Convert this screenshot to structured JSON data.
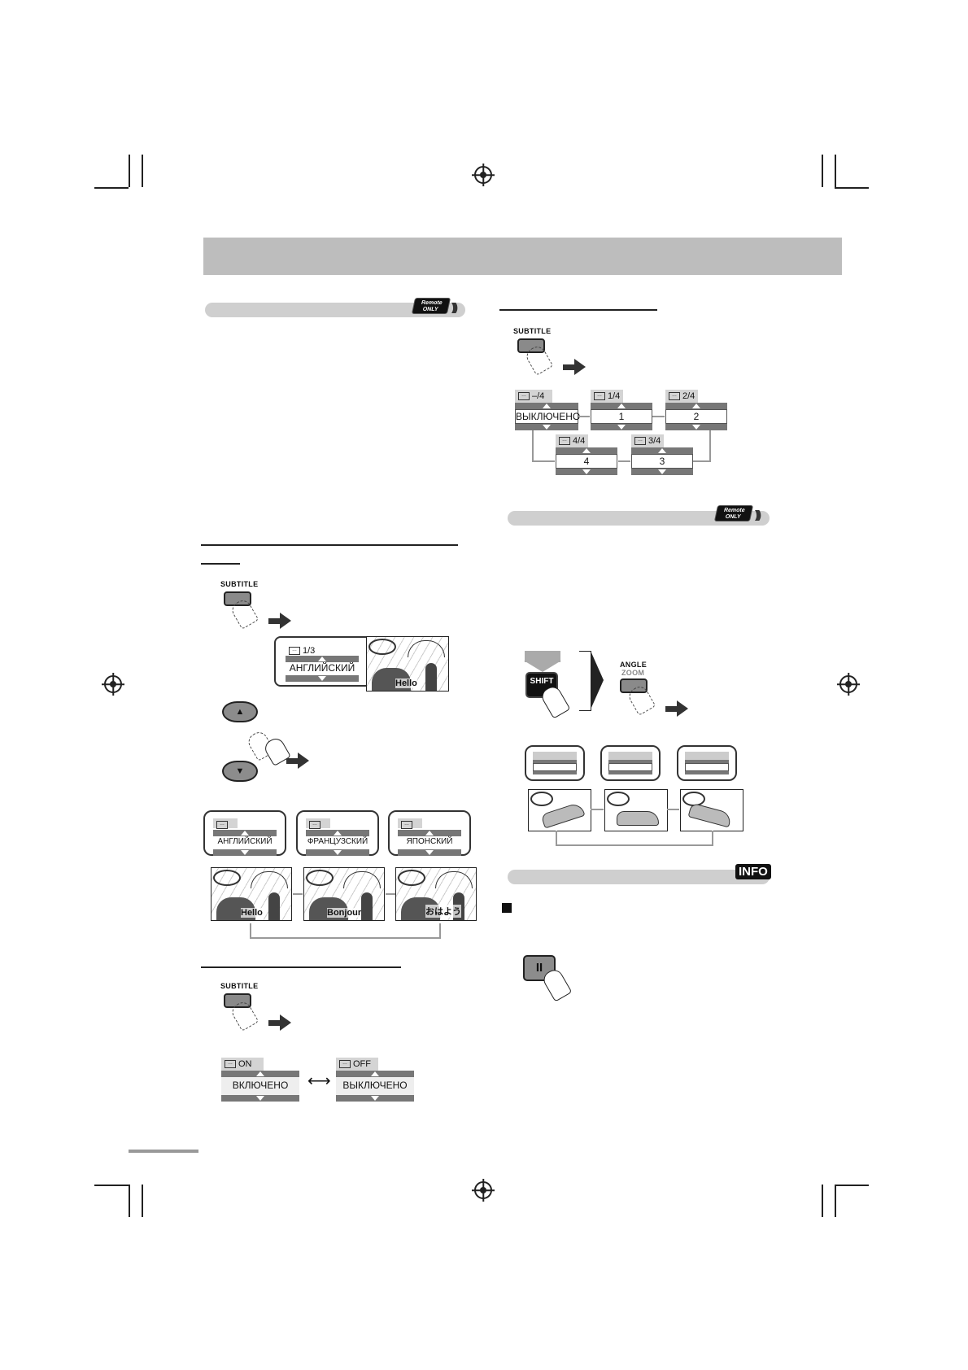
{
  "icons": {
    "remote_only_top": "Remote\nONLY",
    "remote_only_right": "Remote\nONLY",
    "info": "INFO"
  },
  "buttons": {
    "subtitle1": "SUBTITLE",
    "subtitle2": "SUBTITLE",
    "subtitle3": "SUBTITLE",
    "shift": "SHIFT",
    "angle": "ANGLE",
    "zoom": "ZOOM",
    "up_symbol": "▲",
    "down_symbol": "▼",
    "pause_symbol": "II"
  },
  "lang_osd": {
    "header": "1/3",
    "value": "АНГЛИЙСКИЙ",
    "scene_caption": "Hello"
  },
  "lang_cycle": [
    {
      "value": "АНГЛИЙСКИЙ",
      "caption": "Hello"
    },
    {
      "value": "ФРАНЦУЗСКИЙ",
      "caption": "Bonjour"
    },
    {
      "value": "ЯПОНСКИЙ",
      "caption": "おはよう"
    }
  ],
  "onoff": {
    "on_header": "ON",
    "on_value": "ВКЛЮЧЕНО",
    "off_header": "OFF",
    "off_value": "ВЫКЛЮЧЕНО",
    "arrow": "⟷"
  },
  "subtitle_cycle": [
    {
      "header": "–/4",
      "value": "ВЫКЛЮЧЕНО"
    },
    {
      "header": "1/4",
      "value": "1"
    },
    {
      "header": "2/4",
      "value": "2"
    },
    {
      "header": "3/4",
      "value": "3"
    },
    {
      "header": "4/4",
      "value": "4"
    }
  ]
}
